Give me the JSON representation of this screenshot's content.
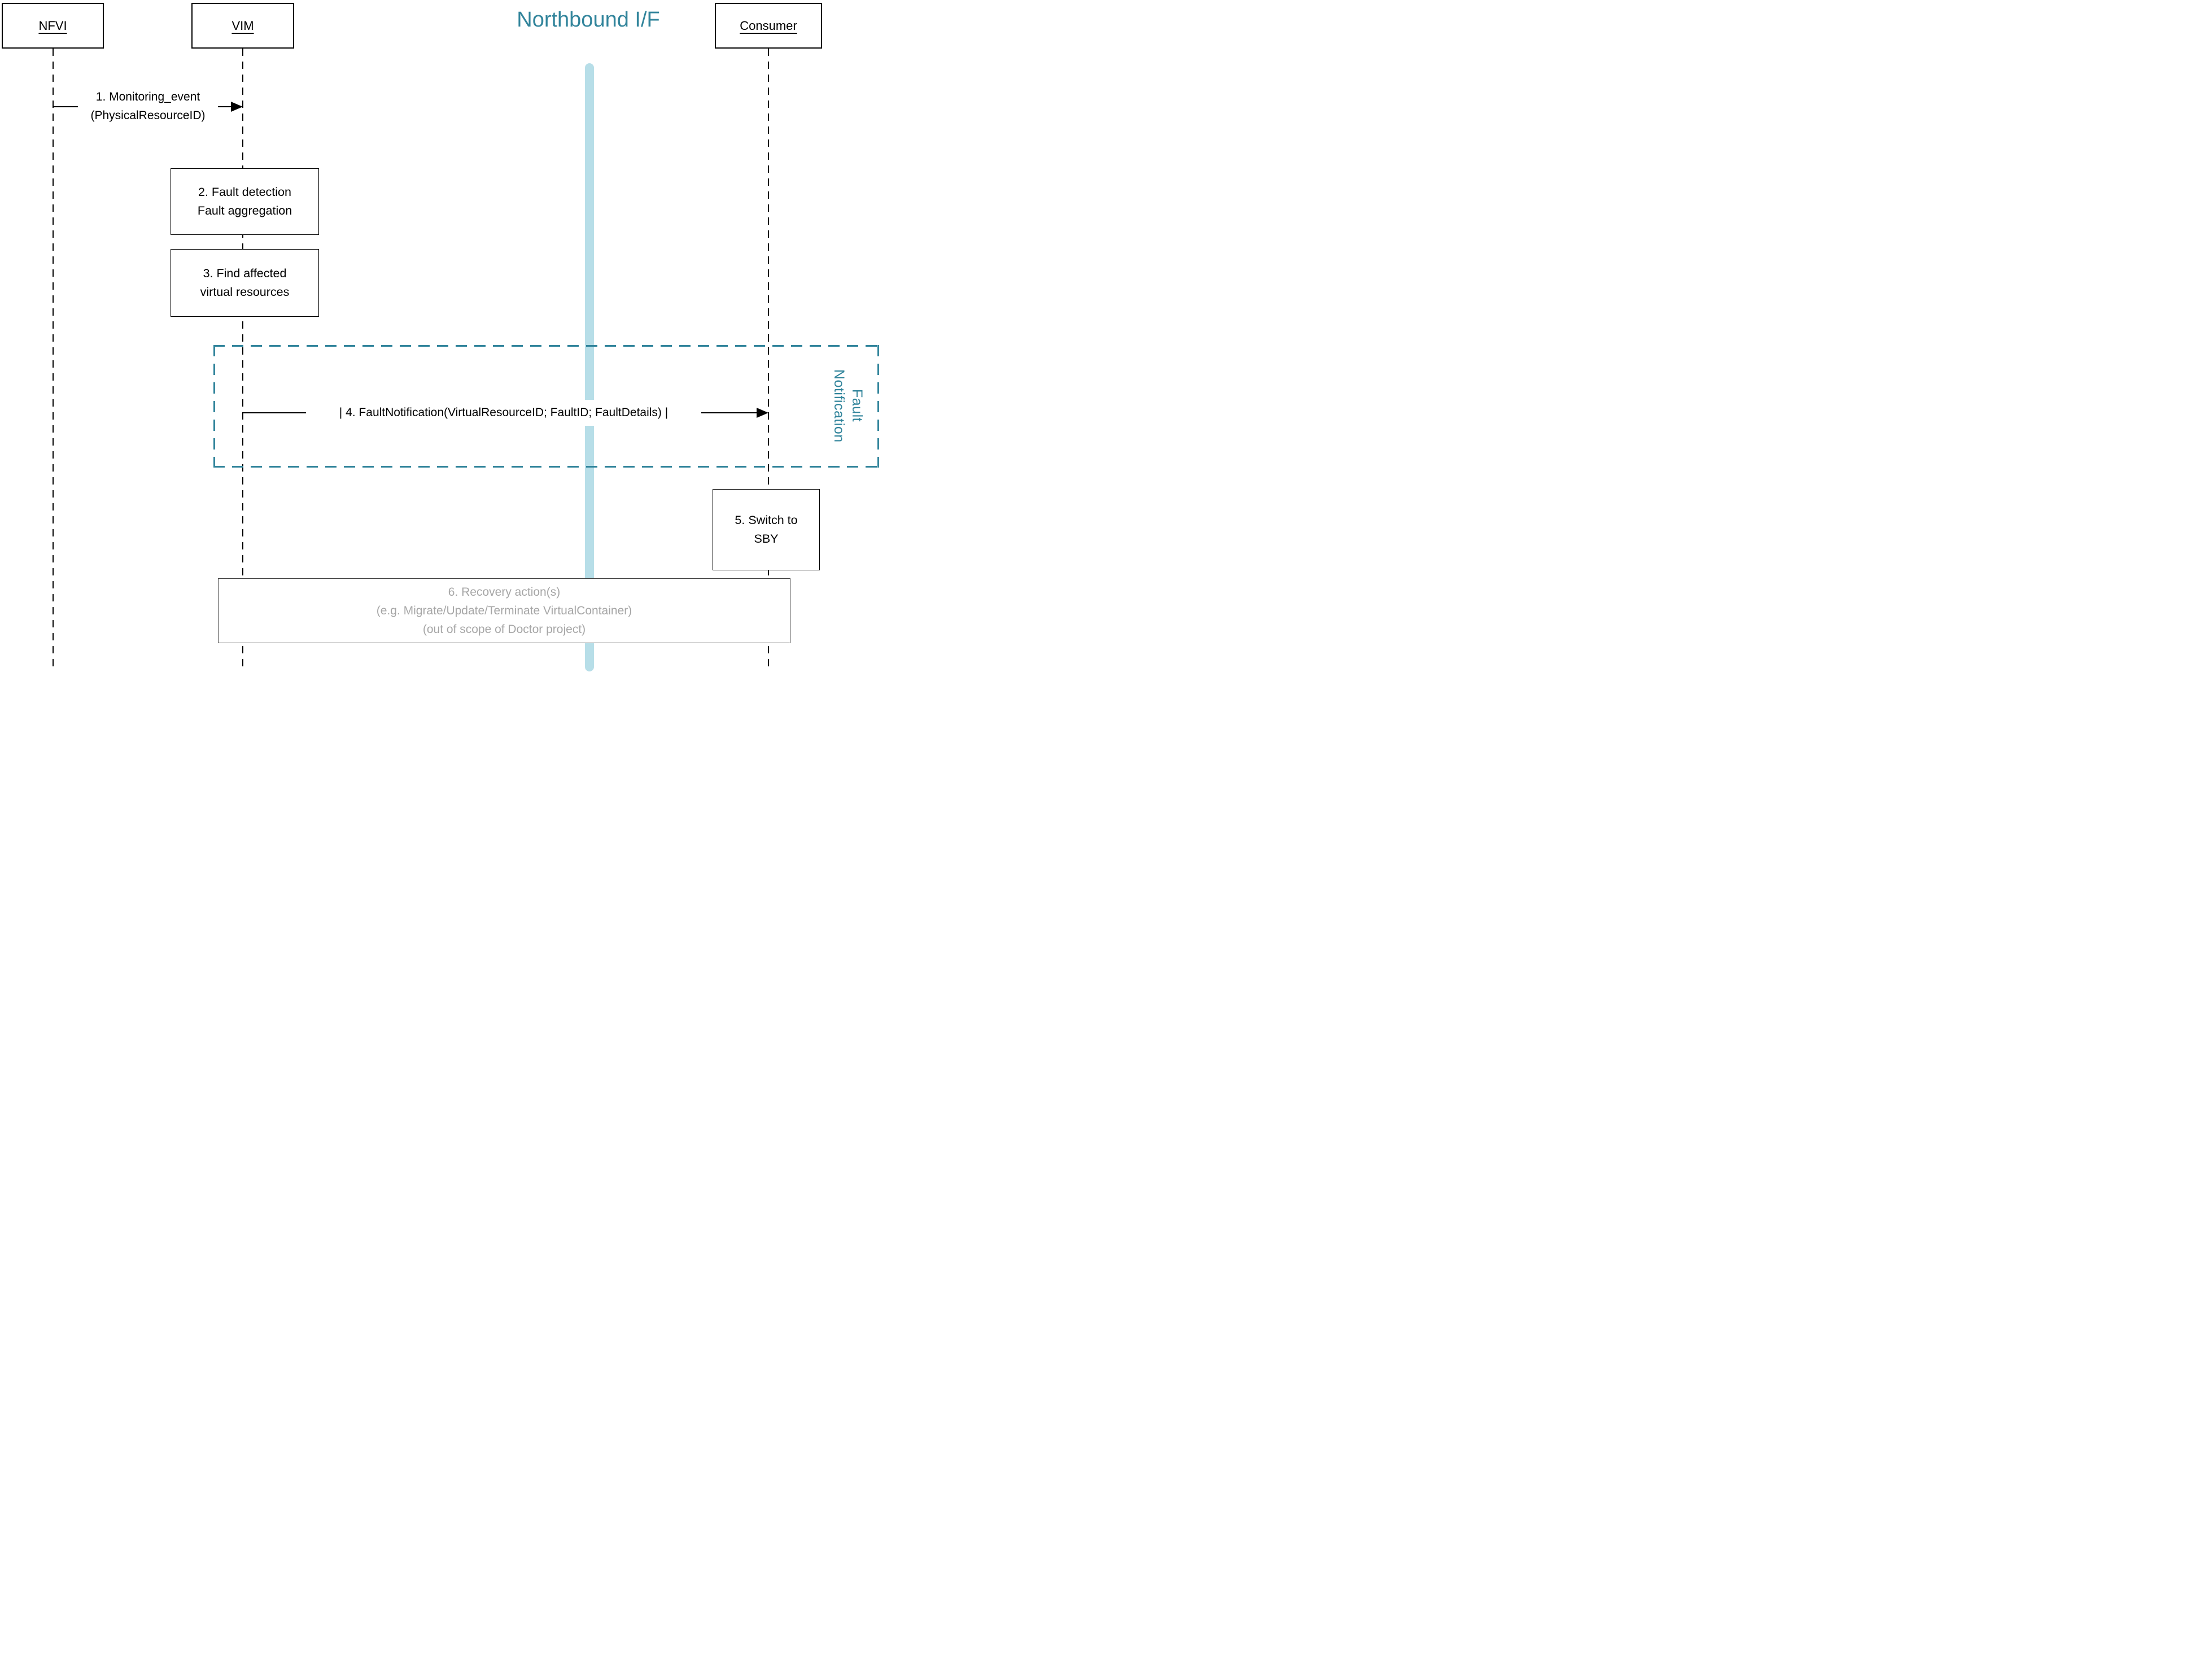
{
  "title": {
    "text": "Northbound I/F"
  },
  "actors": [
    {
      "label": "NFVI"
    },
    {
      "label": "VIM"
    },
    {
      "label": "Consumer"
    }
  ],
  "messages": {
    "msg1": {
      "line1": "1. Monitoring_event",
      "line2": "(PhysicalResourceID)"
    },
    "msg4": {
      "label": "| 4. FaultNotification(VirtualResourceID; FaultID; FaultDetails) |"
    }
  },
  "activities": {
    "box2": {
      "line1": "2. Fault detection",
      "line2": "Fault aggregation"
    },
    "box3": {
      "line1": "3. Find affected",
      "line2": "virtual resources"
    },
    "box5": {
      "line1": "5. Switch to",
      "line2": "SBY"
    },
    "box6": {
      "line1": "6. Recovery action(s)",
      "line2": "(e.g. Migrate/Update/Terminate VirtualContainer)",
      "line3": "(out of scope of Doctor project)"
    }
  },
  "region": {
    "label_line1": "Fault",
    "label_line2": "Notification"
  },
  "colors": {
    "teal": "#31849b",
    "light_blue": "#b7dee8",
    "gray_text": "#a6a6a6",
    "box6_border": "#404040"
  }
}
